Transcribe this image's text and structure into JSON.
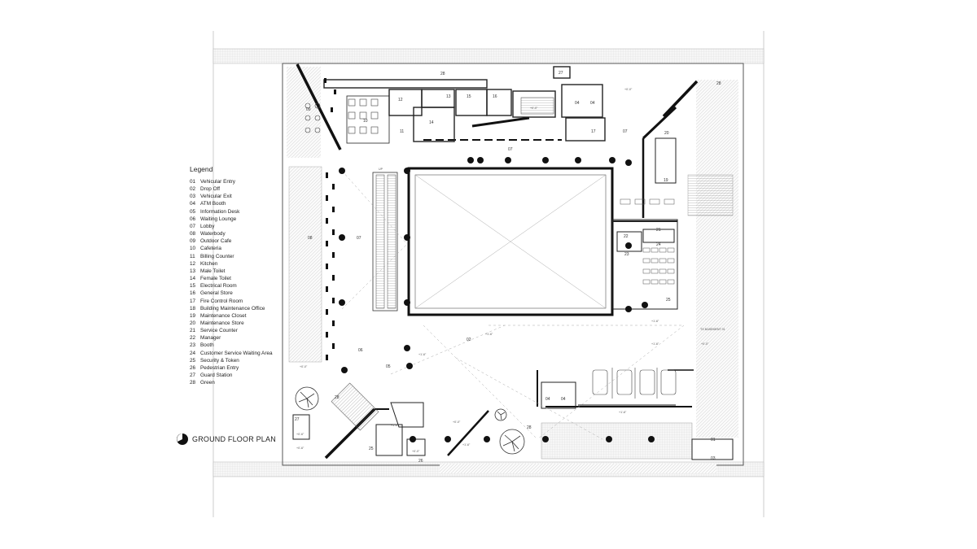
{
  "legend": {
    "title": "Legend",
    "items": [
      {
        "num": "01",
        "label": "Vehicular Entry"
      },
      {
        "num": "02",
        "label": "Drop Off"
      },
      {
        "num": "03",
        "label": "Vehicular Exit"
      },
      {
        "num": "04",
        "label": "ATM Booth"
      },
      {
        "num": "05",
        "label": "Information Desk"
      },
      {
        "num": "06",
        "label": "Waiting Lounge"
      },
      {
        "num": "07",
        "label": "Lobby"
      },
      {
        "num": "08",
        "label": "Waterbody"
      },
      {
        "num": "09",
        "label": "Outdoor Cafe"
      },
      {
        "num": "10",
        "label": "Cafeteria"
      },
      {
        "num": "11",
        "label": "Billing Counter"
      },
      {
        "num": "12",
        "label": "Kitchen"
      },
      {
        "num": "13",
        "label": "Male Toilet"
      },
      {
        "num": "14",
        "label": "Female Toilet"
      },
      {
        "num": "15",
        "label": "Electrical Room"
      },
      {
        "num": "16",
        "label": "General Store"
      },
      {
        "num": "17",
        "label": "Fire Control Room"
      },
      {
        "num": "18",
        "label": "Building Maintenance Office"
      },
      {
        "num": "19",
        "label": "Maintenance Closet"
      },
      {
        "num": "20",
        "label": "Maintenance Store"
      },
      {
        "num": "21",
        "label": "Service Counter"
      },
      {
        "num": "22",
        "label": "Manager"
      },
      {
        "num": "23",
        "label": "Booth"
      },
      {
        "num": "24",
        "label": "Customer Service Waiting Area"
      },
      {
        "num": "25",
        "label": "Security & Token"
      },
      {
        "num": "26",
        "label": "Pedestrian Entry"
      },
      {
        "num": "27",
        "label": "Guard Station"
      },
      {
        "num": "28",
        "label": "Green"
      }
    ]
  },
  "caption": {
    "title": "GROUND FLOOR PLAN"
  },
  "plan": {
    "room_tags": {
      "r28a": "28",
      "r27a": "27",
      "r28b": "28",
      "r09": "09",
      "r10": "10",
      "r11": "11",
      "r12": "12",
      "r13": "13",
      "r14": "14",
      "r15": "15",
      "r16": "16",
      "r04a": "04",
      "r04b": "04",
      "r17": "17",
      "r07a": "07",
      "r07b": "07",
      "r07c": "07",
      "r20": "20",
      "r19": "19",
      "r08": "08",
      "r22": "22",
      "r21": "21",
      "r24": "24",
      "r23": "23",
      "r25a": "25",
      "r02": "02",
      "r06": "06",
      "r05": "05",
      "r28c": "28",
      "r27b": "27",
      "r25b": "25",
      "r04c": "04",
      "r04d": "04",
      "r28d": "28",
      "r01": "01",
      "r03": "03",
      "r26": "26"
    },
    "levels": {
      "lv1": "+0'-0\"",
      "lv2": "+0'-0\"",
      "lv3": "+0'-0\"",
      "lv4": "+1'-6\"",
      "lv5": "+1'-6\"",
      "lv6": "+1'-6\"",
      "lv7": "+1'-6\"",
      "lv8": "+0'-6\"",
      "lv9": "+0'-6\"",
      "lv10": "+0'-0\"",
      "lv11": "+0'-0\"",
      "lv12": "+1'-6\"",
      "lv13": "+0'-0\"",
      "lv14": "+1'-6\"",
      "lv15": "+1'-6\""
    },
    "notes": {
      "basement": "TO BASEMENT 01",
      "up": "UP"
    }
  }
}
